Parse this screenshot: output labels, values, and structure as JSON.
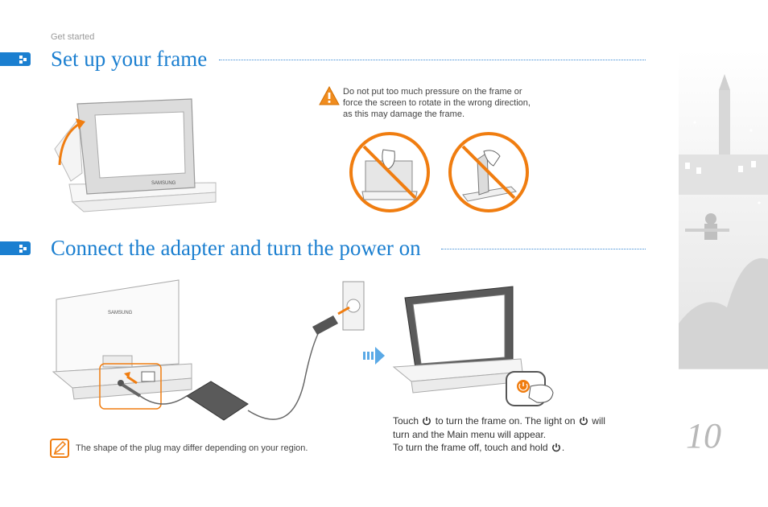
{
  "breadcrumb": "Get started",
  "section1": {
    "title": "Set up your frame"
  },
  "section2": {
    "title": "Connect the adapter and turn the power on"
  },
  "warning": {
    "lines": [
      "Do not put too much pressure on the frame or",
      "force the screen to rotate in the wrong direction,",
      "as this may damage the frame."
    ]
  },
  "note": {
    "text": "The shape of the plug may differ depending on your region."
  },
  "power": {
    "line1_a": "Touch",
    "line1_b": "to turn the frame on. The light on",
    "line1_c": "will",
    "line2": "turn and the Main menu will appear.",
    "line3_a": "To turn the frame off, touch and hold",
    "line3_b": "."
  },
  "brand": "SAMSUNG",
  "page_number": "10",
  "colors": {
    "accent": "#1b7fd0",
    "warning": "#f08c1e",
    "prohibit": "#f07d10"
  },
  "icons": [
    "section-marker-icon",
    "warning-icon",
    "note-icon",
    "power-icon",
    "arrow-right-icon",
    "prohibited-icon"
  ]
}
